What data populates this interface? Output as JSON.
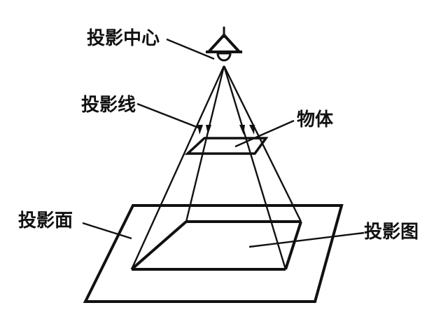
{
  "labels": {
    "center": "投影中心",
    "ray": "投影线",
    "object": "物体",
    "plane": "投影面",
    "image": "投影图"
  },
  "colors": {
    "ink": "#111111",
    "background": "#ffffff"
  }
}
